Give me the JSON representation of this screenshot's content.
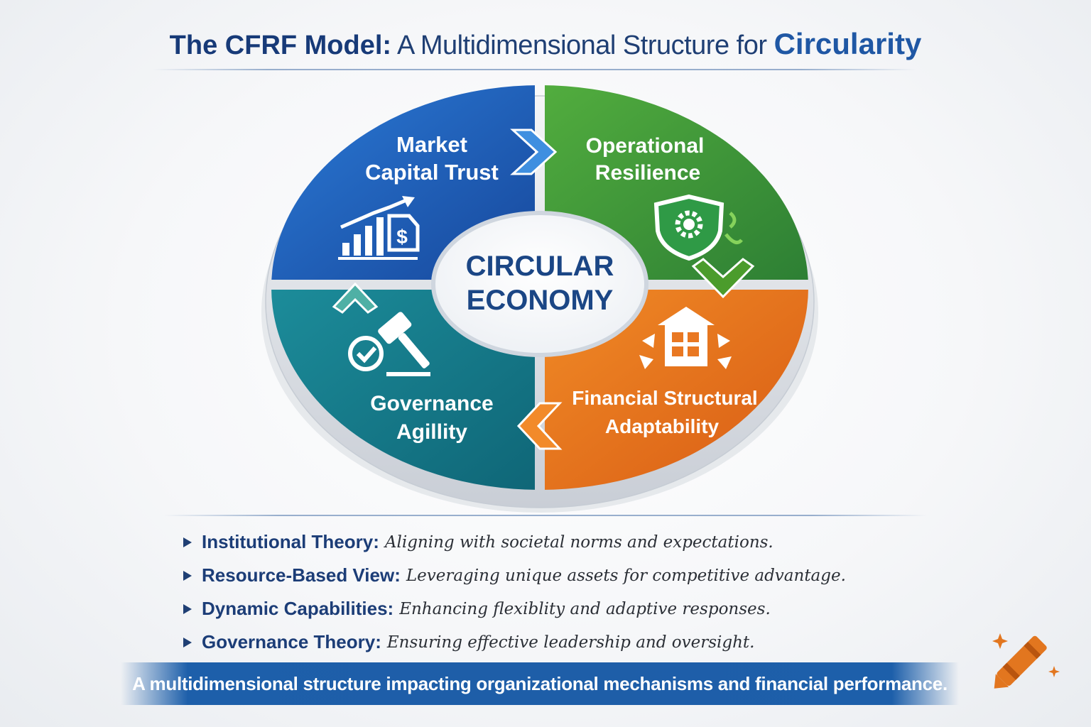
{
  "title": {
    "part1": "The CFRF Model:",
    "part2": " A Multidimensional Structure for ",
    "part3": "Circularity"
  },
  "diagram": {
    "center": {
      "line1": "CIRCULAR",
      "line2": "ECONOMY"
    },
    "quadrants": [
      {
        "id": "market",
        "line1": "Market",
        "line2": "Capital Trust",
        "color": "#1f5fb5",
        "icon": "growth-chart-dollar-icon"
      },
      {
        "id": "operational",
        "line1": "Operational",
        "line2": "Resilience",
        "color": "#3d9a3a",
        "icon": "shield-gear-icon"
      },
      {
        "id": "financial",
        "line1": "Financial Structural",
        "line2": "Adaptability",
        "color": "#e8751f",
        "icon": "building-arrows-icon"
      },
      {
        "id": "governance",
        "line1": "Governance",
        "line2": "Agillity",
        "color": "#157e8e",
        "icon": "gavel-check-icon"
      }
    ]
  },
  "theories": [
    {
      "term": "Institutional Theory:",
      "desc": "Aligning with societal norms and expectations."
    },
    {
      "term": "Resource-Based View:",
      "desc": "Leveraging unique assets for competitive advantage."
    },
    {
      "term": "Dynamic Capabilities:",
      "desc": "Enhancing flexiblity and adaptive responses."
    },
    {
      "term": "Governance Theory:",
      "desc": "Ensuring effective leadership and oversight."
    }
  ],
  "banner": "A multidimensional structure impacting organizational mechanisms and financial performance.",
  "colors": {
    "navy": "#1c3d77",
    "banner": "#1e5ea8"
  },
  "watermark_icon": "crayon-icon"
}
